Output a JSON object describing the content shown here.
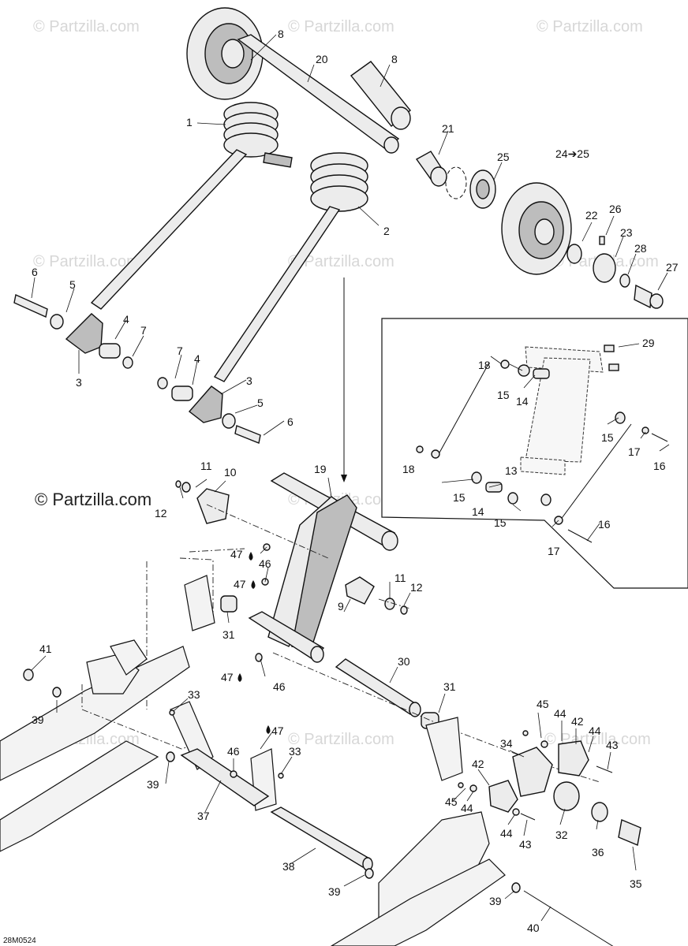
{
  "watermarks": {
    "site": "© Partzilla.com",
    "site_main": "© Partzilla.com"
  },
  "diagram_code": "28M0524",
  "callouts": [
    {
      "id": "c8a",
      "text": "8"
    },
    {
      "id": "c20",
      "text": "20"
    },
    {
      "id": "c8b",
      "text": "8"
    },
    {
      "id": "c1",
      "text": "1"
    },
    {
      "id": "c21",
      "text": "21"
    },
    {
      "id": "c25",
      "text": "25"
    },
    {
      "id": "c24",
      "text": "24➔25"
    },
    {
      "id": "c2",
      "text": "2"
    },
    {
      "id": "c22",
      "text": "22"
    },
    {
      "id": "c26",
      "text": "26"
    },
    {
      "id": "c23",
      "text": "23"
    },
    {
      "id": "c28",
      "text": "28"
    },
    {
      "id": "c27",
      "text": "27"
    },
    {
      "id": "c6a",
      "text": "6"
    },
    {
      "id": "c5a",
      "text": "5"
    },
    {
      "id": "c4a",
      "text": "4"
    },
    {
      "id": "c7a",
      "text": "7"
    },
    {
      "id": "c3a",
      "text": "3"
    },
    {
      "id": "c7b",
      "text": "7"
    },
    {
      "id": "c4b",
      "text": "4"
    },
    {
      "id": "c3b",
      "text": "3"
    },
    {
      "id": "c5b",
      "text": "5"
    },
    {
      "id": "c6b",
      "text": "6"
    },
    {
      "id": "c29",
      "text": "29"
    },
    {
      "id": "c18a",
      "text": "18"
    },
    {
      "id": "c15a",
      "text": "15"
    },
    {
      "id": "c14a",
      "text": "14"
    },
    {
      "id": "c15b",
      "text": "15"
    },
    {
      "id": "c17a",
      "text": "17"
    },
    {
      "id": "c16a",
      "text": "16"
    },
    {
      "id": "c18b",
      "text": "18"
    },
    {
      "id": "c13",
      "text": "13"
    },
    {
      "id": "c15c",
      "text": "15"
    },
    {
      "id": "c14b",
      "text": "14"
    },
    {
      "id": "c15d",
      "text": "15"
    },
    {
      "id": "c16b",
      "text": "16"
    },
    {
      "id": "c17b",
      "text": "17"
    },
    {
      "id": "c11a",
      "text": "11"
    },
    {
      "id": "c10",
      "text": "10"
    },
    {
      "id": "c12a",
      "text": "12"
    },
    {
      "id": "c19",
      "text": "19"
    },
    {
      "id": "c47a",
      "text": "47"
    },
    {
      "id": "c46a",
      "text": "46"
    },
    {
      "id": "c47b",
      "text": "47"
    },
    {
      "id": "c11b",
      "text": "11"
    },
    {
      "id": "c12b",
      "text": "12"
    },
    {
      "id": "c9",
      "text": "9"
    },
    {
      "id": "c31a",
      "text": "31"
    },
    {
      "id": "c41",
      "text": "41"
    },
    {
      "id": "c47c",
      "text": "47"
    },
    {
      "id": "c46b",
      "text": "46"
    },
    {
      "id": "c30",
      "text": "30"
    },
    {
      "id": "c31b",
      "text": "31"
    },
    {
      "id": "c39a",
      "text": "39"
    },
    {
      "id": "c33a",
      "text": "33"
    },
    {
      "id": "c45a",
      "text": "45"
    },
    {
      "id": "c44a",
      "text": "44"
    },
    {
      "id": "c42a",
      "text": "42"
    },
    {
      "id": "c44b",
      "text": "44"
    },
    {
      "id": "c47d",
      "text": "47"
    },
    {
      "id": "c34",
      "text": "34"
    },
    {
      "id": "c43a",
      "text": "43"
    },
    {
      "id": "c46c",
      "text": "46"
    },
    {
      "id": "c33b",
      "text": "33"
    },
    {
      "id": "c39b",
      "text": "39"
    },
    {
      "id": "c42b",
      "text": "42"
    },
    {
      "id": "c45b",
      "text": "45"
    },
    {
      "id": "c44c",
      "text": "44"
    },
    {
      "id": "c37",
      "text": "37"
    },
    {
      "id": "c44d",
      "text": "44"
    },
    {
      "id": "c32",
      "text": "32"
    },
    {
      "id": "c36",
      "text": "36"
    },
    {
      "id": "c43b",
      "text": "43"
    },
    {
      "id": "c38",
      "text": "38"
    },
    {
      "id": "c35",
      "text": "35"
    },
    {
      "id": "c39c",
      "text": "39"
    },
    {
      "id": "c39d",
      "text": "39"
    },
    {
      "id": "c40",
      "text": "40"
    }
  ]
}
